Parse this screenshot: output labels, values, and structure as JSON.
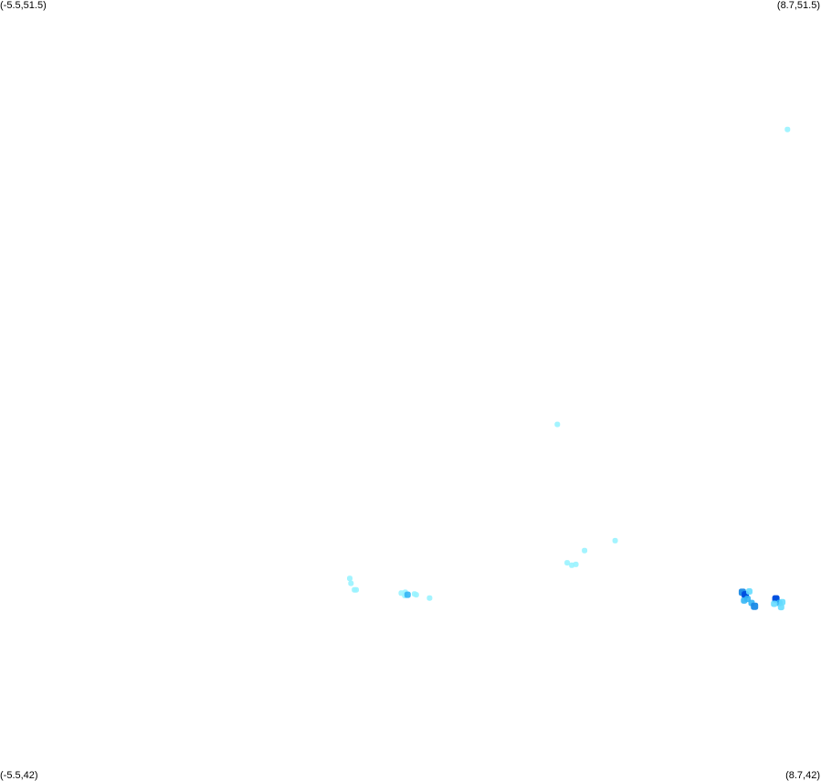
{
  "corners": {
    "top_left": "(-5.5,51.5)",
    "top_right": "(8.7,51.5)",
    "bottom_left": "(-5.5,42)",
    "bottom_right": "(8.7,42)"
  },
  "extent": {
    "lon_min": -5.5,
    "lon_max": 8.7,
    "lat_min": 42,
    "lat_max": 51.5
  },
  "colors": {
    "background": "#ffffff",
    "low": "#99f3ff",
    "mid_low": "#66ddff",
    "mid": "#33b5f5",
    "mid_high": "#1a8ae6",
    "high": "#0050e0"
  },
  "points": [
    {
      "lon": 8.12,
      "lat": 49.92,
      "level": 1
    },
    {
      "lon": 4.14,
      "lat": 46.32,
      "level": 1
    },
    {
      "lon": 5.14,
      "lat": 44.9,
      "level": 1
    },
    {
      "lon": 4.61,
      "lat": 44.78,
      "level": 1
    },
    {
      "lon": 4.31,
      "lat": 44.63,
      "level": 1
    },
    {
      "lon": 4.39,
      "lat": 44.6,
      "level": 1
    },
    {
      "lon": 4.46,
      "lat": 44.61,
      "level": 1
    },
    {
      "lon": 0.55,
      "lat": 44.44,
      "level": 1
    },
    {
      "lon": 0.57,
      "lat": 44.38,
      "level": 1
    },
    {
      "lon": 0.63,
      "lat": 44.3,
      "level": 1
    },
    {
      "lon": 0.66,
      "lat": 44.3,
      "level": 1
    },
    {
      "lon": 1.44,
      "lat": 44.26,
      "level": 1
    },
    {
      "lon": 1.5,
      "lat": 44.23,
      "level": 1
    },
    {
      "lon": 1.67,
      "lat": 44.25,
      "level": 1
    },
    {
      "lon": 1.7,
      "lat": 44.24,
      "level": 1
    },
    {
      "lon": 1.51,
      "lat": 44.27,
      "level": 1
    },
    {
      "lon": 1.93,
      "lat": 44.2,
      "level": 1
    },
    {
      "lon": 1.55,
      "lat": 44.24,
      "level": 3
    },
    {
      "lon": 7.34,
      "lat": 44.27,
      "level": 4
    },
    {
      "lon": 7.39,
      "lat": 44.24,
      "level": 5
    },
    {
      "lon": 7.43,
      "lat": 44.19,
      "level": 3
    },
    {
      "lon": 7.5,
      "lat": 44.14,
      "level": 3
    },
    {
      "lon": 7.55,
      "lat": 44.1,
      "level": 4
    },
    {
      "lon": 7.46,
      "lat": 44.28,
      "level": 2
    },
    {
      "lon": 7.37,
      "lat": 44.17,
      "level": 3
    },
    {
      "lon": 7.92,
      "lat": 44.19,
      "level": 5
    },
    {
      "lon": 7.98,
      "lat": 44.14,
      "level": 3
    },
    {
      "lon": 8.01,
      "lat": 44.09,
      "level": 2
    },
    {
      "lon": 7.89,
      "lat": 44.13,
      "level": 2
    },
    {
      "lon": 8.03,
      "lat": 44.15,
      "level": 2
    }
  ]
}
